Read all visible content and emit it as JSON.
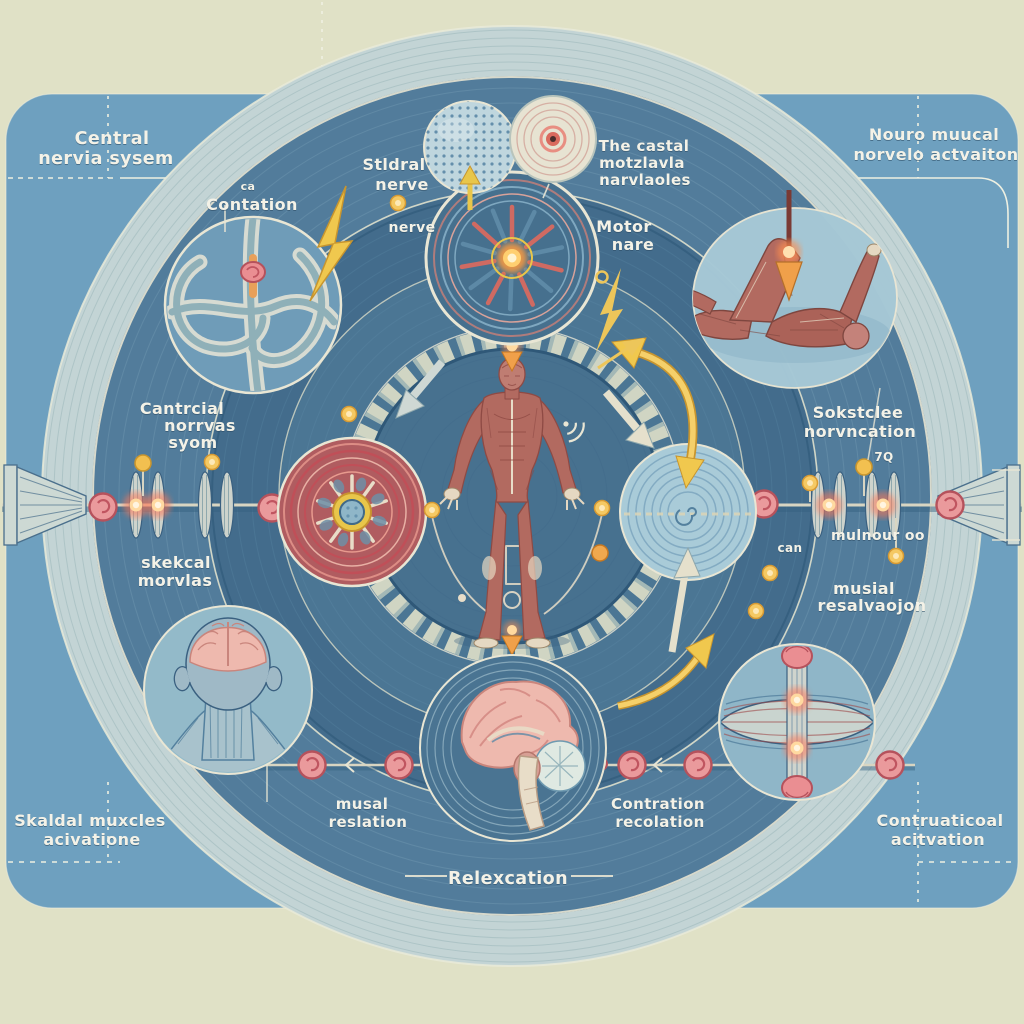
{
  "colors": {
    "background": "#e0e1c6",
    "panel_blue": "#6ea0bf",
    "ring_pale": "#c3d4d5",
    "band_mid": "#527c9b",
    "band_dark": "#436c8c",
    "band_inner": "#4b7694",
    "core_blue": "#47718f",
    "cream": "#e9e6d4",
    "accent_yellow": "#f0c84e",
    "accent_orange": "#f0a04a",
    "glow_red": "#ff6a50",
    "pink_node": "#ea9a9c",
    "muscle_red": "#b26a60",
    "brain_pink": "#eeb9ae"
  },
  "labels": {
    "central_nervous_top_left": [
      "Central",
      "nervia sysem"
    ],
    "cantation_small": "ca",
    "cantation": "Contation",
    "sternal_nerve": [
      "Stldral",
      "nerve"
    ],
    "nerve": "nerve",
    "central_motor_neurons": [
      "The castal",
      "motzlavla",
      "narvlaoles"
    ],
    "motor_nerve": [
      "Motor",
      "nare"
    ],
    "neuro_muscular_activation": [
      "Nouro muucal",
      "norvelo actvaiton"
    ],
    "central_nervous_mid_left": [
      "Cantrcial",
      "norrvas",
      "syom"
    ],
    "skeletal_nerves": [
      "skekcal",
      "morvlas"
    ],
    "skeletal_innervation": [
      "Sokstclee",
      "norvncation"
    ],
    "r_q": "7Q",
    "motor_neuron": "mulnour oo",
    "can": "can",
    "muscle_relaxation_right": [
      "musial",
      "resalvaojon"
    ],
    "muscle_relaxation_bottom": [
      "musal",
      "reslation"
    ],
    "contraction_resolution": [
      "Contration",
      "recolation"
    ],
    "relaxation": "Relexcation",
    "skeletal_muscles_activation": [
      "Skaldal muxcles",
      "acivatione"
    ],
    "contractual_activation": [
      "Contruaticoal",
      "acitvation"
    ]
  }
}
